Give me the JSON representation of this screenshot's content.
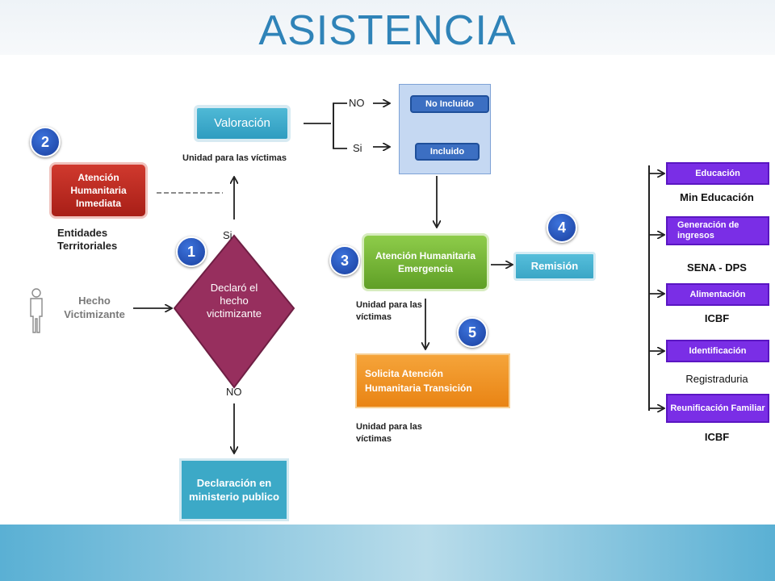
{
  "title": "ASISTENCIA",
  "flow": {
    "valoracion": "Valoración",
    "unidad_valoracion": "Unidad para las víctimas",
    "no_label": "NO",
    "si_label": "Si",
    "no_incluido": "No Incluido",
    "incluido": "Incluido",
    "atencion_inmediata": "Atención Humanitaria Inmediata",
    "entidades": "Entidades Territoriales",
    "hecho": "Hecho Victimizante",
    "decision": "Declaró el hecho victimizante",
    "decision_si": "Si",
    "decision_no": "NO",
    "declaracion": "Declaración en ministerio publico",
    "atencion_emergencia": "Atención Humanitaria Emergencia",
    "unidad_emergencia": "Unidad para las víctimas",
    "remision": "Remisión",
    "transicion": "Solicita Atención Humanitaria Transición",
    "unidad_transicion": "Unidad para las víctimas"
  },
  "badges": [
    "1",
    "2",
    "3",
    "4",
    "5"
  ],
  "referrals": [
    {
      "service": "Educación",
      "entity": "Min Educación"
    },
    {
      "service": "Generación de ingresos",
      "entity": "SENA - DPS"
    },
    {
      "service": "Alimentación",
      "entity": "ICBF"
    },
    {
      "service": "Identificación",
      "entity": "Registraduria"
    },
    {
      "service": "Reunificación Familiar",
      "entity": "ICBF"
    }
  ]
}
